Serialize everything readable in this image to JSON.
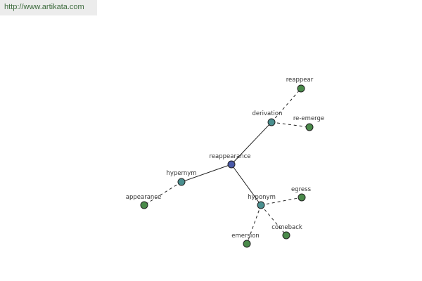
{
  "site": {
    "url": "http://www.artikata.com"
  },
  "colors": {
    "root": "#4a5aa8",
    "relation": "#4a8f8f",
    "leaf": "#4a8a4a"
  },
  "graph": {
    "nodes": [
      {
        "id": "reappearance",
        "label": "reappearance",
        "kind": "root"
      },
      {
        "id": "derivation",
        "label": "derivation",
        "kind": "relation"
      },
      {
        "id": "hypernym",
        "label": "hypernym",
        "kind": "relation"
      },
      {
        "id": "hyponym",
        "label": "hyponym",
        "kind": "relation"
      },
      {
        "id": "reappear",
        "label": "reappear",
        "kind": "leaf"
      },
      {
        "id": "re-emerge",
        "label": "re-emerge",
        "kind": "leaf"
      },
      {
        "id": "appearance",
        "label": "appearance",
        "kind": "leaf"
      },
      {
        "id": "egress",
        "label": "egress",
        "kind": "leaf"
      },
      {
        "id": "comeback",
        "label": "comeback",
        "kind": "leaf"
      },
      {
        "id": "emersion",
        "label": "emersion",
        "kind": "leaf"
      }
    ],
    "edges": [
      {
        "from": "reappearance",
        "to": "derivation",
        "style": "solid"
      },
      {
        "from": "reappearance",
        "to": "hypernym",
        "style": "solid"
      },
      {
        "from": "reappearance",
        "to": "hyponym",
        "style": "solid"
      },
      {
        "from": "derivation",
        "to": "reappear",
        "style": "dashed"
      },
      {
        "from": "derivation",
        "to": "re-emerge",
        "style": "dashed"
      },
      {
        "from": "hypernym",
        "to": "appearance",
        "style": "dashed"
      },
      {
        "from": "hyponym",
        "to": "egress",
        "style": "dashed"
      },
      {
        "from": "hyponym",
        "to": "comeback",
        "style": "dashed"
      },
      {
        "from": "hyponym",
        "to": "emersion",
        "style": "dashed"
      }
    ]
  }
}
